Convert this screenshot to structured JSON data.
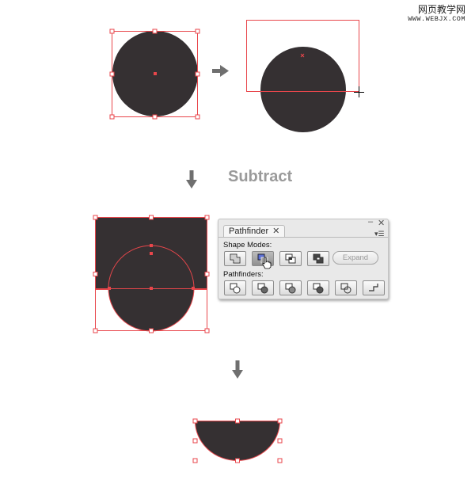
{
  "watermark": {
    "line1": "网页教学网",
    "line2": "WWW.WEBJX.COM"
  },
  "step_label": "Subtract",
  "colors": {
    "shape_fill": "#353032",
    "selection": "#e8464b",
    "arrow": "#6f6f6f"
  },
  "pathfinder_panel": {
    "tab_label": "Pathfinder",
    "tab_close_glyph": "✕",
    "panel_close_glyph": "✕",
    "panel_minimize_glyph": "‒",
    "menu_glyph": "▾☰",
    "shape_modes_label": "Shape Modes:",
    "pathfinders_label": "Pathfinders:",
    "expand_label": "Expand",
    "shape_mode_buttons": [
      "unite-icon",
      "minus-front-icon",
      "intersect-icon",
      "exclude-icon"
    ],
    "active_shape_mode": "minus-front-icon",
    "pathfinder_buttons": [
      "divide-icon",
      "trim-icon",
      "merge-icon",
      "crop-icon",
      "outline-icon",
      "minus-back-icon"
    ]
  }
}
